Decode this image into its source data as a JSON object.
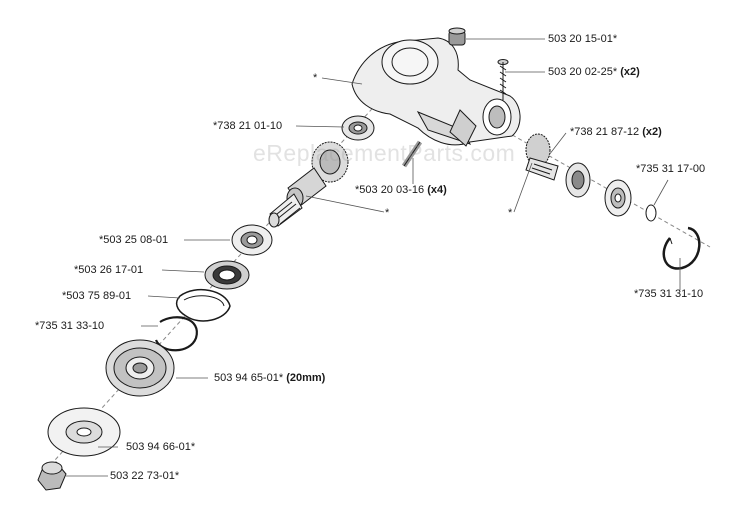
{
  "watermark": "eReplacementParts.com",
  "colors": {
    "line": "#1a1a1a",
    "leader": "#555555",
    "fill_light": "#eeeeee",
    "fill_mid": "#cfcfcf",
    "fill_dark": "#8a8a8a"
  },
  "labels": {
    "p503201501": "503 20 15-01*",
    "p503200225": "503 20 02-25*",
    "p503200225_qty": "(x2)",
    "p738210110": "*738 21 01-10",
    "p738218712": "*738 21 87-12",
    "p738218712_qty": "(x2)",
    "p503200316": "*503 20 03-16",
    "p503200316_qty": "(x4)",
    "p735311700": "*735 31 17-00",
    "p503250801": "*503 25 08-01",
    "p503261701": "*503 26 17-01",
    "p503758901": "*503 75 89-01",
    "p735313310": "*735 31 33-10",
    "p735313110": "*735 31 31-10",
    "p503946501": "503 94 65-01*",
    "p503946501_qty": "(20mm)",
    "p503946601": "503 94 66-01*",
    "p503227301": "503 22 73-01*",
    "star": "*"
  }
}
